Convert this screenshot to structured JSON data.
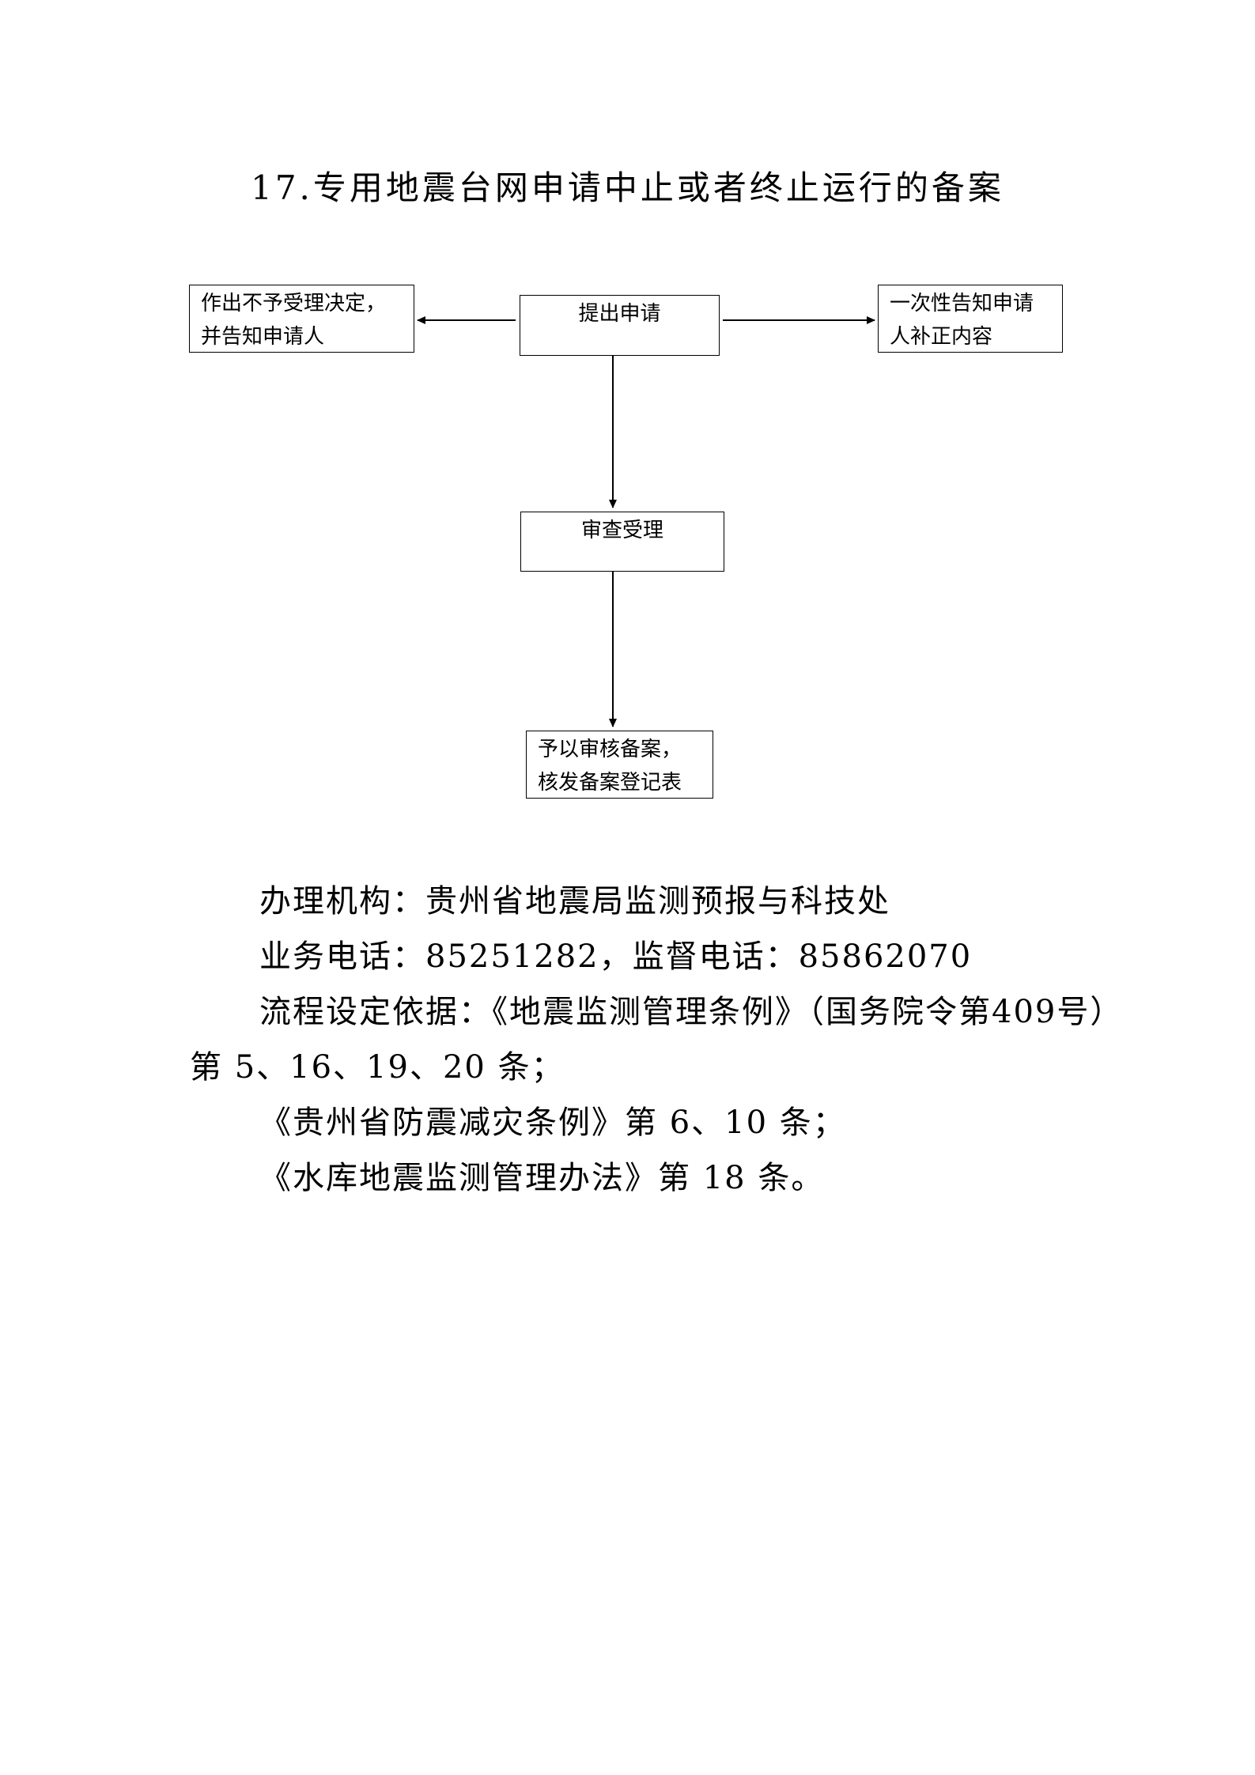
{
  "title": "17.专用地震台网申请中止或者终止运行的备案",
  "flow": {
    "apply": "提出申请",
    "reject": [
      "作出不予受理决定，",
      "并告知申请人"
    ],
    "notify": [
      "一次性告知申请",
      "人补正内容"
    ],
    "review": "审查受理",
    "record": [
      "予以审核备案，",
      "核发备案登记表"
    ]
  },
  "info": {
    "office": "办理机构：贵州省地震局监测预报与科技处",
    "phones": "业务电话：85251282，监督电话：85862070",
    "basis_line1": "流程设定依据：《地震监测管理条例》（国务院令第409号）",
    "basis_line2": "第 5、16、19、20 条；",
    "basis_line3": "《贵州省防震减灾条例》第 6、10 条；",
    "basis_line4": "《水库地震监测管理办法》第 18 条。"
  }
}
